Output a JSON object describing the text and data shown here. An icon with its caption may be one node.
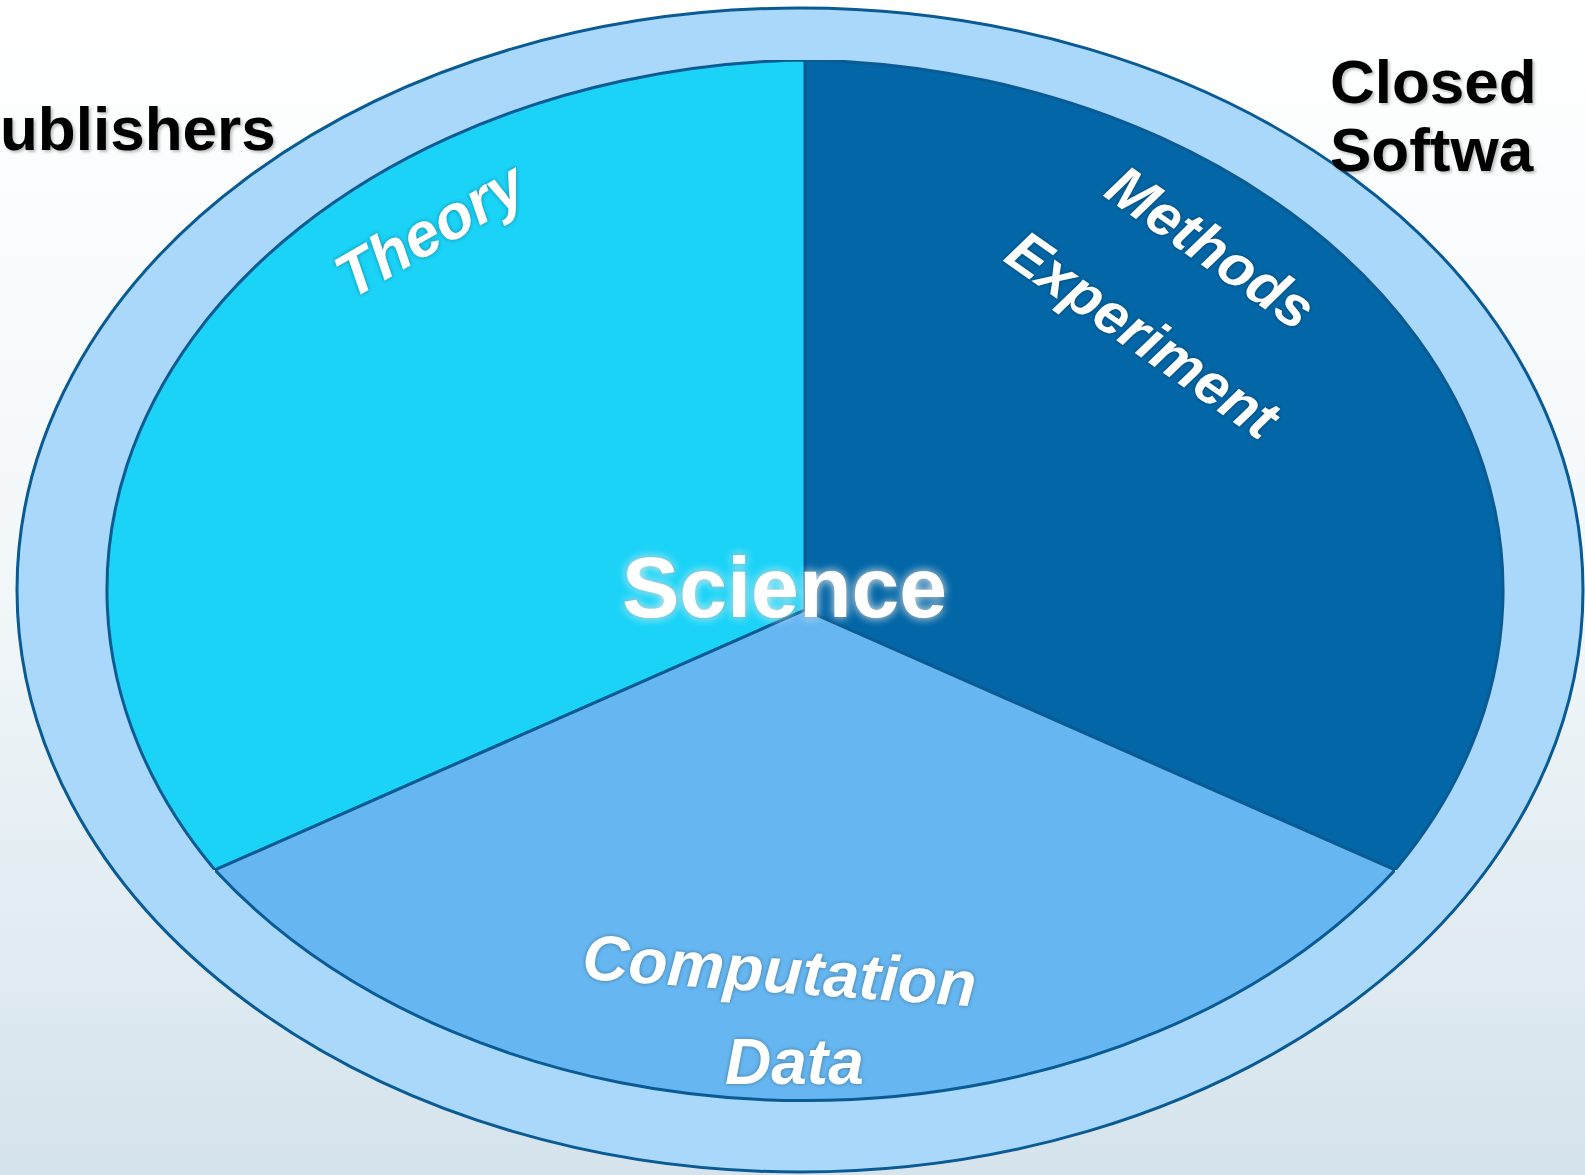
{
  "diagram": {
    "nodes": [
      {
        "text": [],
        "shape": "ellipse"
      },
      {
        "text": [
          "Theory"
        ],
        "in": 0
      },
      {
        "text": [
          "Methods",
          "Experiment"
        ],
        "in": 0
      },
      {
        "text": [
          "Computation",
          "Data"
        ],
        "in": 0
      }
    ],
    "edges": [],
    "labels": [
      "ublishers",
      "Closed Softwa",
      "Science"
    ]
  }
}
